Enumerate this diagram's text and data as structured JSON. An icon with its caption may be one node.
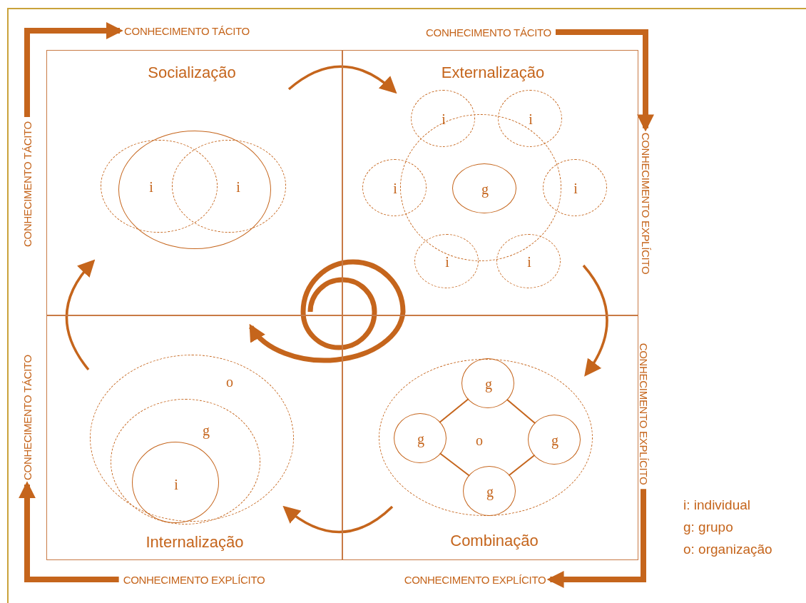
{
  "diagram": {
    "nodes": [
      {
        "text": [
          "CONHECIMENTO TÁCITO"
        ]
      },
      {
        "text": [
          "CONHECIMENTO TÁCITO"
        ]
      },
      {
        "text": [
          "CONHECIMENTO TÁCITO"
        ]
      },
      {
        "text": [
          "Socialização"
        ]
      },
      {
        "text": [],
        "shape": "circle",
        "in": 3
      },
      {
        "text": [
          "i"
        ],
        "in": 3
      },
      {
        "text": [
          "i"
        ],
        "in": 3
      },
      {
        "text": [
          "Externalização"
        ]
      },
      {
        "text": [
          "i"
        ],
        "in": 7
      },
      {
        "text": [
          "i"
        ],
        "in": 7
      },
      {
        "text": [],
        "shape": "circle",
        "in": 7
      },
      {
        "text": [
          "i"
        ],
        "in": 7
      },
      {
        "text": [
          "g"
        ],
        "in": 10
      },
      {
        "text": [
          "i"
        ],
        "in": 7
      },
      {
        "text": [
          "i"
        ],
        "in": 7
      },
      {
        "text": [
          "i"
        ],
        "in": 7
      },
      {
        "text": [
          "CONHECIMENTO EXPLÍCITO"
        ]
      },
      {
        "text": [
          "CONHECIMENTO TÁCITO"
        ]
      },
      {
        "text": [
          "Internalização"
        ]
      },
      {
        "text": [
          "o"
        ],
        "in": 18
      },
      {
        "text": [
          "g"
        ],
        "in": 19
      },
      {
        "text": [
          "i"
        ],
        "in": 20
      },
      {
        "text": [
          "Combinação"
        ]
      },
      {
        "text": [
          "o"
        ],
        "in": 22
      },
      {
        "text": [
          "g"
        ],
        "in": 23
      },
      {
        "text": [
          "g"
        ],
        "in": 23
      },
      {
        "text": [
          "g"
        ],
        "in": 23
      },
      {
        "text": [
          "g"
        ],
        "in": 23
      },
      {
        "text": [
          "CONHECIMENTO EXPLÍCITO"
        ]
      },
      {
        "text": [
          "CONHECIMENTO EXPLÍCITO"
        ]
      },
      {
        "text": [
          "CONHECIMENTO EXPLÍCITO"
        ]
      }
    ],
    "edges": [
      {
        "from": 2,
        "to": 0,
        "arrow": "to",
        "style": "thick"
      },
      {
        "from": 1,
        "to": 16,
        "arrow": "to",
        "style": "thick"
      },
      {
        "from": 28,
        "to": 30,
        "arrow": "to",
        "style": "thick"
      },
      {
        "from": 29,
        "to": 17,
        "arrow": "to",
        "style": "thick"
      },
      {
        "from": 24,
        "to": 26,
        "arrow": "none"
      },
      {
        "from": 26,
        "to": 27,
        "arrow": "none"
      },
      {
        "from": 27,
        "to": 25,
        "arrow": "none"
      },
      {
        "from": 25,
        "to": 24,
        "arrow": "none"
      }
    ],
    "labels": [
      "i: individual",
      "g: grupo",
      "o: organização"
    ]
  }
}
